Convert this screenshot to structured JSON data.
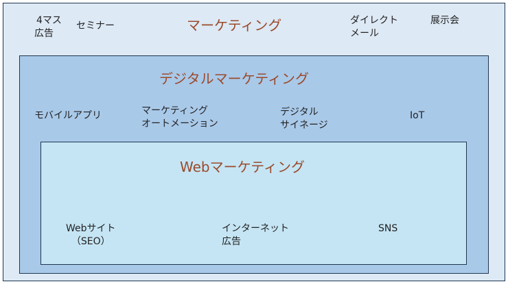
{
  "outer": {
    "title": "マーケティング",
    "items": {
      "mass_ads": [
        "4マス",
        "広告"
      ],
      "seminar": "セミナー",
      "direct_mail": [
        "ダイレクト",
        "メール"
      ],
      "exhibition": "展示会"
    }
  },
  "digital": {
    "title": "デジタルマーケティング",
    "items": {
      "mobile_app": "モバイルアプリ",
      "marketing_automation": [
        "マーケティング",
        "オートメーション"
      ],
      "digital_signage": [
        "デジタル",
        "サイネージ"
      ],
      "iot": "IoT"
    }
  },
  "web": {
    "title": "Webマーケティング",
    "items": {
      "website": [
        "Webサイト",
        "（SEO）"
      ],
      "internet_ads": [
        "インターネット",
        "広告"
      ],
      "sns": "SNS"
    }
  },
  "colors": {
    "outer_fill": "#dde9f5",
    "digital_fill": "#a9c9e9",
    "web_fill": "#c5e5f4",
    "border": "#1f3550",
    "title_text": "#9a4a2a"
  }
}
